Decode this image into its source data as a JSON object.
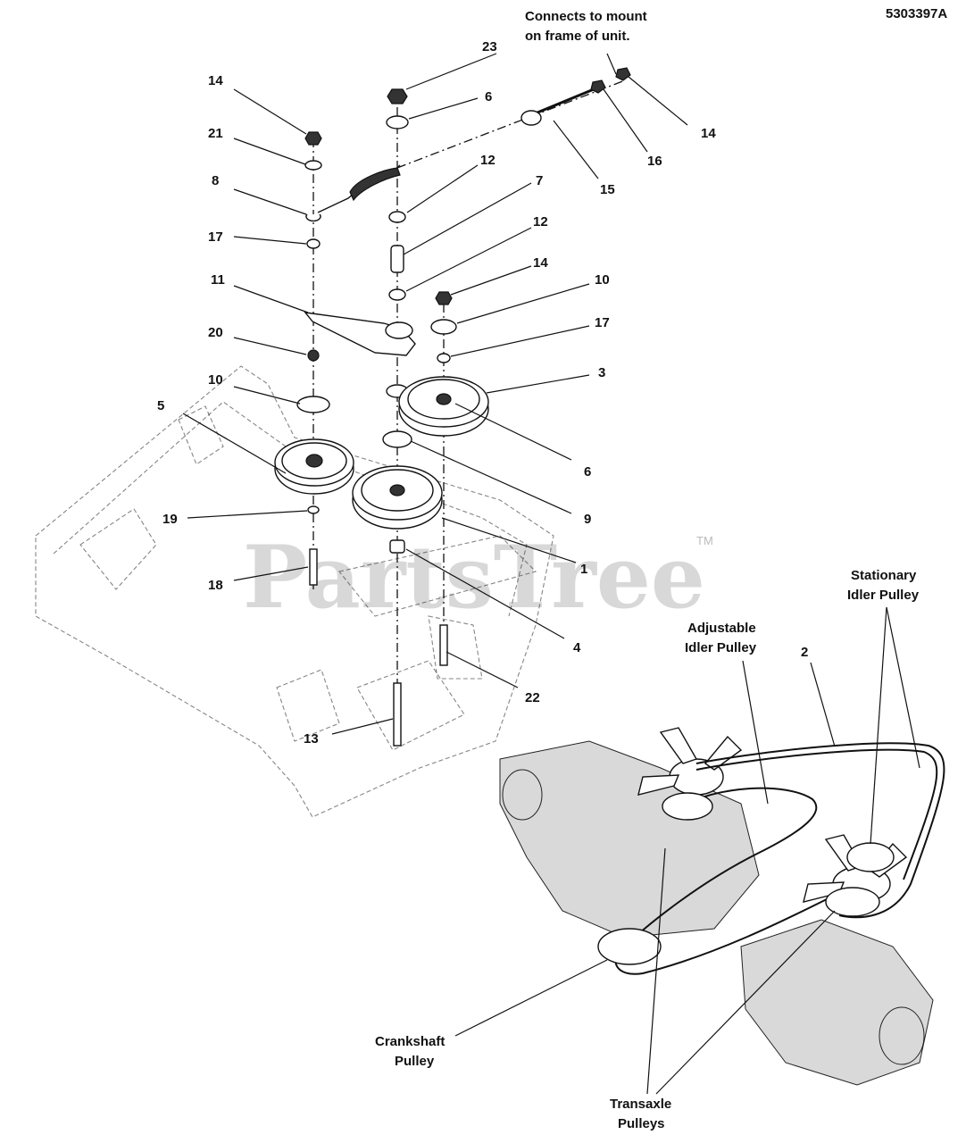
{
  "document_id": "5303397A",
  "watermark": {
    "text": "PartsTree",
    "trademark": "TM"
  },
  "callouts": {
    "c1": "1",
    "c2": "2",
    "c3": "3",
    "c4": "4",
    "c5": "5",
    "c6a": "6",
    "c6b": "6",
    "c7": "7",
    "c8": "8",
    "c9": "9",
    "c10a": "10",
    "c10b": "10",
    "c11": "11",
    "c12a": "12",
    "c12b": "12",
    "c13": "13",
    "c14a": "14",
    "c14b": "14",
    "c14c": "14",
    "c15": "15",
    "c16": "16",
    "c17a": "17",
    "c17b": "17",
    "c18": "18",
    "c19": "19",
    "c20": "20",
    "c21": "21",
    "c22": "22",
    "c23": "23"
  },
  "notes": {
    "mount_line1": "Connects to mount",
    "mount_line2": "on frame of unit.",
    "stationary_line1": "Stationary",
    "stationary_line2": "Idler Pulley",
    "adjustable_line1": "Adjustable",
    "adjustable_line2": "Idler Pulley",
    "crankshaft_line1": "Crankshaft",
    "crankshaft_line2": "Pulley",
    "transaxle_line1": "Transaxle",
    "transaxle_line2": "Pulleys"
  }
}
